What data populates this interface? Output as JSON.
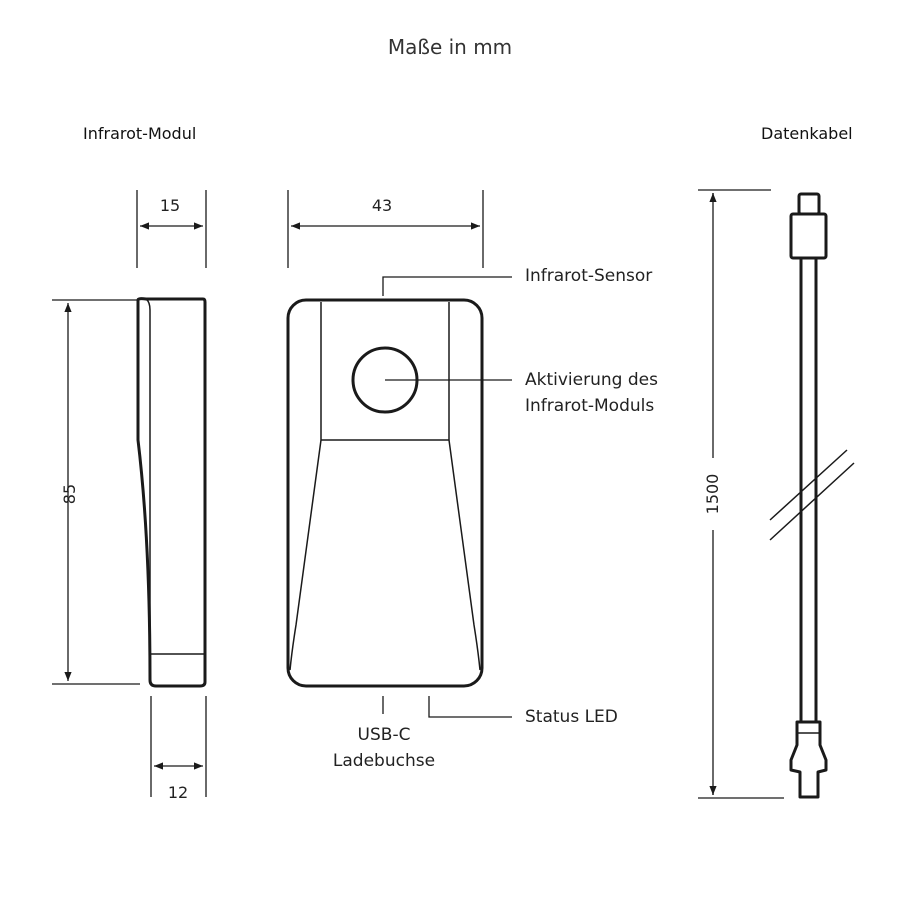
{
  "title": "Maße in mm",
  "sections": {
    "module": "Infrarot-Modul",
    "cable": "Datenkabel"
  },
  "dimensions": {
    "depth_top": "15",
    "width": "43",
    "height": "85",
    "depth_bottom": "12",
    "cable_length": "1500"
  },
  "callouts": {
    "sensor": "Infrarot-Sensor",
    "activation_line1": "Aktivierung des",
    "activation_line2": "Infrarot-Moduls",
    "status_led": "Status LED",
    "usb_line1": "USB-C",
    "usb_line2": "Ladebuchse"
  }
}
